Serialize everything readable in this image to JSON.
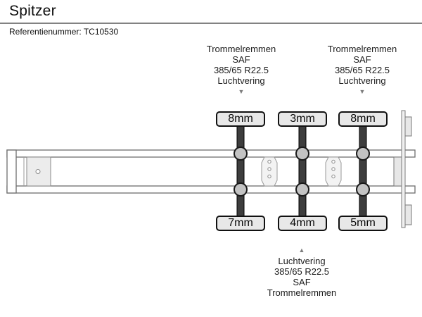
{
  "header": {
    "title": "Spitzer",
    "reference": "Referentienummer: TC10530"
  },
  "annotations": {
    "axle1_top": {
      "lines": [
        "Trommelremmen",
        "SAF",
        "385/65 R22.5",
        "Luchtvering"
      ],
      "arrow": "▼"
    },
    "axle3_top": {
      "lines": [
        "Trommelremmen",
        "SAF",
        "385/65 R22.5",
        "Luchtvering"
      ],
      "arrow": "▼"
    },
    "axle2_bottom": {
      "arrow": "▲",
      "lines": [
        "Luchtvering",
        "385/65 R22.5",
        "SAF",
        "Trommelremmen"
      ]
    }
  },
  "tread_depths": {
    "top_row": [
      "8mm",
      "3mm",
      "8mm"
    ],
    "bottom_row": [
      "7mm",
      "4mm",
      "5mm"
    ]
  },
  "colors": {
    "axle_bar": "#3d3d3d",
    "hub_fill": "#c3c3c3",
    "label_fill": "#e8e8e8",
    "label_border": "#111111",
    "rail_stroke": "#6e6e6e",
    "arrow": "#7d7d7d"
  }
}
